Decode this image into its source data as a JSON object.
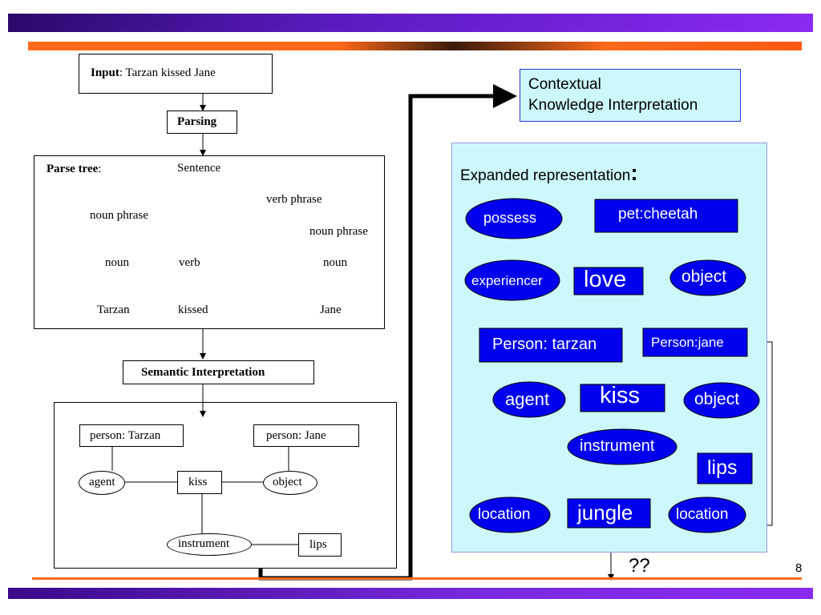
{
  "input_box": {
    "label": "Input",
    "text": ":  Tarzan kissed Jane"
  },
  "parsing_label": "Parsing",
  "parse_tree": {
    "label": "Parse tree",
    "colon": ":",
    "nodes": {
      "sentence": "Sentence",
      "noun_phrase_left": "noun phrase",
      "verb_phrase": "verb phrase",
      "noun_phrase_right": "noun phrase",
      "noun_left": "noun",
      "verb": "verb",
      "noun_right": "noun",
      "tarzan": "Tarzan",
      "kissed": "kissed",
      "jane": "Jane"
    }
  },
  "semantic_label": "Semantic Interpretation",
  "semantic": {
    "person_tarzan": "person: Tarzan",
    "person_jane": "person: Jane",
    "agent": "agent",
    "kiss": "kiss",
    "object": "object",
    "instrument": "instrument",
    "lips": "lips"
  },
  "contextual": {
    "line1": "Contextual",
    "line2": "Knowledge Interpretation"
  },
  "expanded": {
    "title": "Expanded representation",
    "colon": ":",
    "possess": "possess",
    "pet_cheetah": "pet:cheetah",
    "experiencer": "experiencer",
    "love": "love",
    "object_top": "object",
    "person_tarzan": "Person: tarzan",
    "person_jane": "Person:jane",
    "agent": "agent",
    "kiss": "kiss",
    "object_mid": "object",
    "instrument": "instrument",
    "lips": "lips",
    "location_left": "location",
    "jungle": "jungle",
    "location_right": "location"
  },
  "question": "??",
  "page_number": "8",
  "colors": {
    "node_blue": "#0000ee",
    "panel_cyan": "#ccf7fb",
    "accent_orange": "#ff6a1a",
    "accent_purple": "#7a2ae0"
  }
}
